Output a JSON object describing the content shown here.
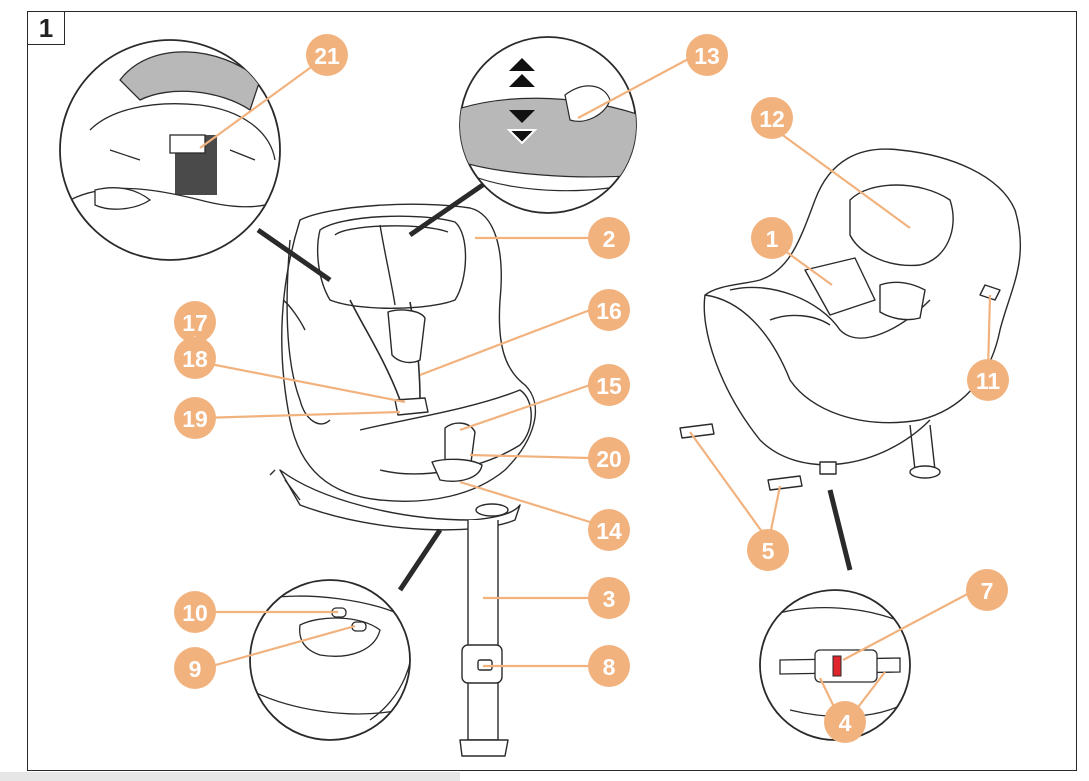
{
  "figure": {
    "number": "1"
  },
  "colors": {
    "callout": "#f2b27e",
    "leader": "#f2b27e",
    "outline": "#2a2a2a",
    "shade": "#b8b8b8",
    "indicator": "#e0262c"
  },
  "callouts": {
    "c1": "1",
    "c2": "2",
    "c3": "3",
    "c4": "4",
    "c5": "5",
    "c7": "7",
    "c8": "8",
    "c9": "9",
    "c10": "10",
    "c11": "11",
    "c12": "12",
    "c13": "13",
    "c14": "14",
    "c15": "15",
    "c16": "16",
    "c17": "17",
    "c17_plus": "+",
    "c18": "18",
    "c19": "19",
    "c20": "20",
    "c21": "21"
  }
}
